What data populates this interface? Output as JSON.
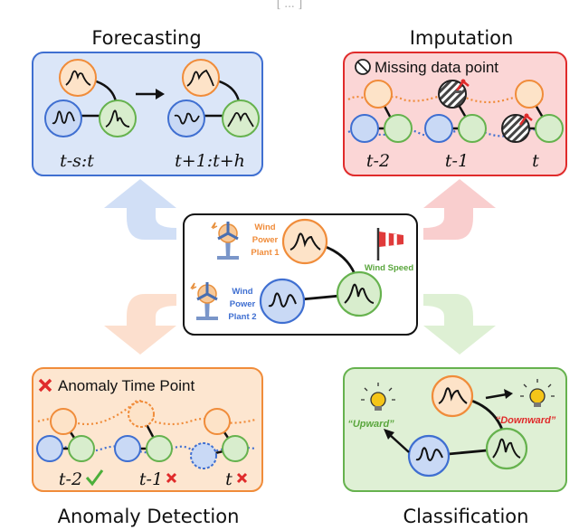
{
  "top_fragment": "[ ... ]",
  "forecasting": {
    "title": "Forecasting",
    "label_left": "t-s:t",
    "label_right": "t+1:t+h"
  },
  "imputation": {
    "title": "Imputation",
    "legend": "Missing data point",
    "label_1": "t-2",
    "label_2": "t-1",
    "label_3": "t"
  },
  "center": {
    "wind_power_plant_1": [
      "Wind",
      "Power",
      "Plant 1"
    ],
    "wind_power_plant_2": [
      "Wind",
      "Power",
      "Plant 2"
    ],
    "wind_speed": "Wind Speed"
  },
  "anomaly_detection": {
    "title": "Anomaly Detection",
    "legend": "Anomaly Time Point",
    "label_1": "t-2",
    "label_2": "t-1",
    "label_3": "t"
  },
  "classification": {
    "title": "Classification",
    "upward": "“Upward”",
    "downward": "“Downward”"
  },
  "colors": {
    "orange": "#f08c3a",
    "orange_fill": "#fde3c8",
    "blue": "#3f6fd1",
    "blue_fill": "#c9d9f5",
    "green": "#66b24e",
    "green_fill": "#d8edcd",
    "red": "#e02b2b"
  }
}
